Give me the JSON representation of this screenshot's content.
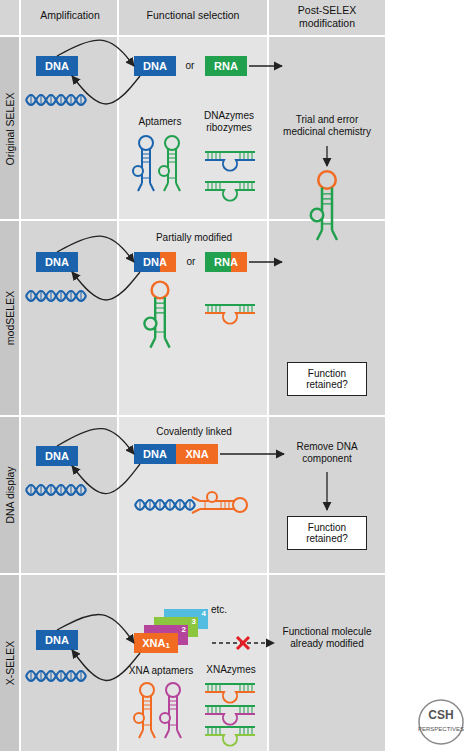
{
  "diagram": {
    "nodes": [
      {
        "text": [
          "DNA"
        ]
      },
      {
        "text": [
          "DNA"
        ]
      },
      {
        "text": [
          "RNA"
        ]
      },
      {
        "text": [
          "DNA"
        ]
      },
      {
        "text": [
          "DNA"
        ]
      },
      {
        "text": [
          "RNA"
        ]
      },
      {
        "text": [
          "Function retained?"
        ]
      },
      {
        "text": [
          "DNA"
        ]
      },
      {
        "text": [
          "DNA",
          "XNA"
        ]
      },
      {
        "text": [
          "Function retained?"
        ]
      },
      {
        "text": [
          "DNA"
        ]
      },
      {
        "text": [
          "XNA",
          "1"
        ]
      },
      {
        "text": [
          "2"
        ]
      },
      {
        "text": [
          "3"
        ]
      },
      {
        "text": [
          "4"
        ]
      }
    ],
    "edges": [
      {
        "from": 0,
        "to": 1,
        "arrow": "to"
      },
      {
        "from": 1,
        "to": 0,
        "arrow": "to"
      },
      {
        "from": 3,
        "to": 4,
        "arrow": "to"
      },
      {
        "from": 4,
        "to": 3,
        "arrow": "to"
      },
      {
        "from": 7,
        "to": 8,
        "arrow": "to"
      },
      {
        "from": 8,
        "to": 7,
        "arrow": "to"
      },
      {
        "from": 10,
        "to": 11,
        "arrow": "to"
      },
      {
        "from": 11,
        "to": 10,
        "arrow": "to"
      }
    ],
    "labels": [
      "Amplification",
      "Functional selection",
      "Post-SELEX modification",
      "Original SELEX",
      "or",
      "Aptamers",
      "DNAzymes ribozymes",
      "Trial and error medicinal chemistry",
      "modSELEX",
      "Partially modified",
      "or",
      "DNA display",
      "Covalently linked",
      "Remove DNA component",
      "X-SELEX",
      "etc.",
      "Functional molecule already modified",
      "XNA aptamers",
      "XNAzymes",
      "CSH",
      "PERSPECTIVES"
    ]
  }
}
